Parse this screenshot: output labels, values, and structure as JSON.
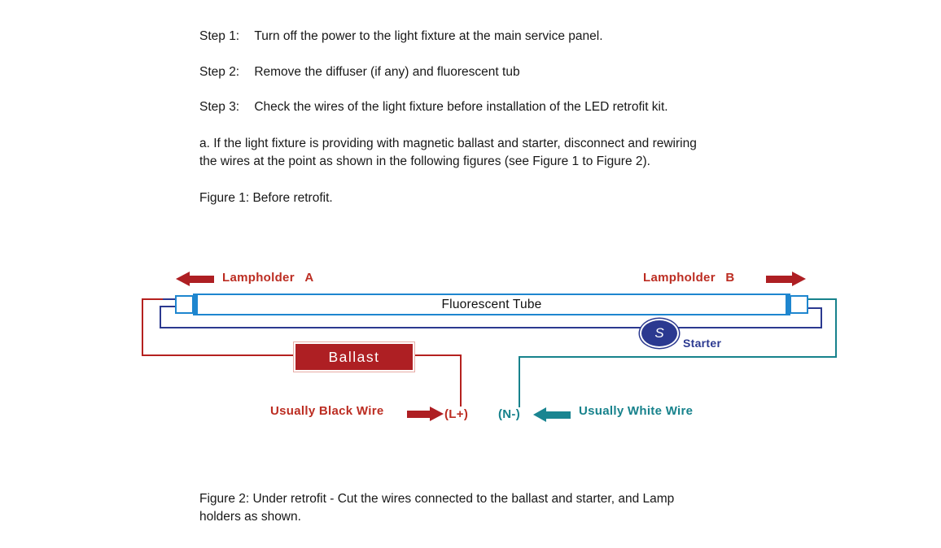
{
  "document": {
    "steps": [
      {
        "label": "Step 1:",
        "text": "Turn off the power to the light fixture at the main service panel."
      },
      {
        "label": "Step 2:",
        "text": "Remove the diffuser (if any) and fluorescent tub"
      },
      {
        "label": "Step 3:",
        "text": "Check the wires of the light fixture before installation of the LED retrofit kit."
      }
    ],
    "note_a_line1": "a. If the light fixture is providing with magnetic ballast and starter, disconnect and rewiring",
    "note_a_line2": "the wires at the point as shown in the following figures (see Figure 1 to Figure 2).",
    "figure1_caption": "Figure 1: Before retrofit.",
    "figure2_caption_line1": "Figure 2:  Under retrofit - Cut the wires connected to the ballast and starter, and Lamp",
    "figure2_caption_line2": "holders as shown."
  },
  "diagram": {
    "lampholder_a_label": "Lampholder",
    "lampholder_a_letter": "A",
    "lampholder_b_label": "Lampholder",
    "lampholder_b_letter": "B",
    "tube_label": "Fluorescent Tube",
    "ballast_label": "Ballast",
    "starter_symbol": "S",
    "starter_label": "Starter",
    "black_wire_label": "Usually Black Wire",
    "live_terminal_label": "(L+)",
    "neutral_terminal_label": "(N-)",
    "white_wire_label": "Usually White Wire",
    "colors": {
      "label_red": "#bc2d22",
      "wire_red": "#b5211f",
      "wire_navy": "#2b3990",
      "wire_teal": "#17828c",
      "tube_blue": "#1e86cf",
      "ballast_fill": "#ae1f23",
      "starter_fill": "#2b3990"
    }
  }
}
